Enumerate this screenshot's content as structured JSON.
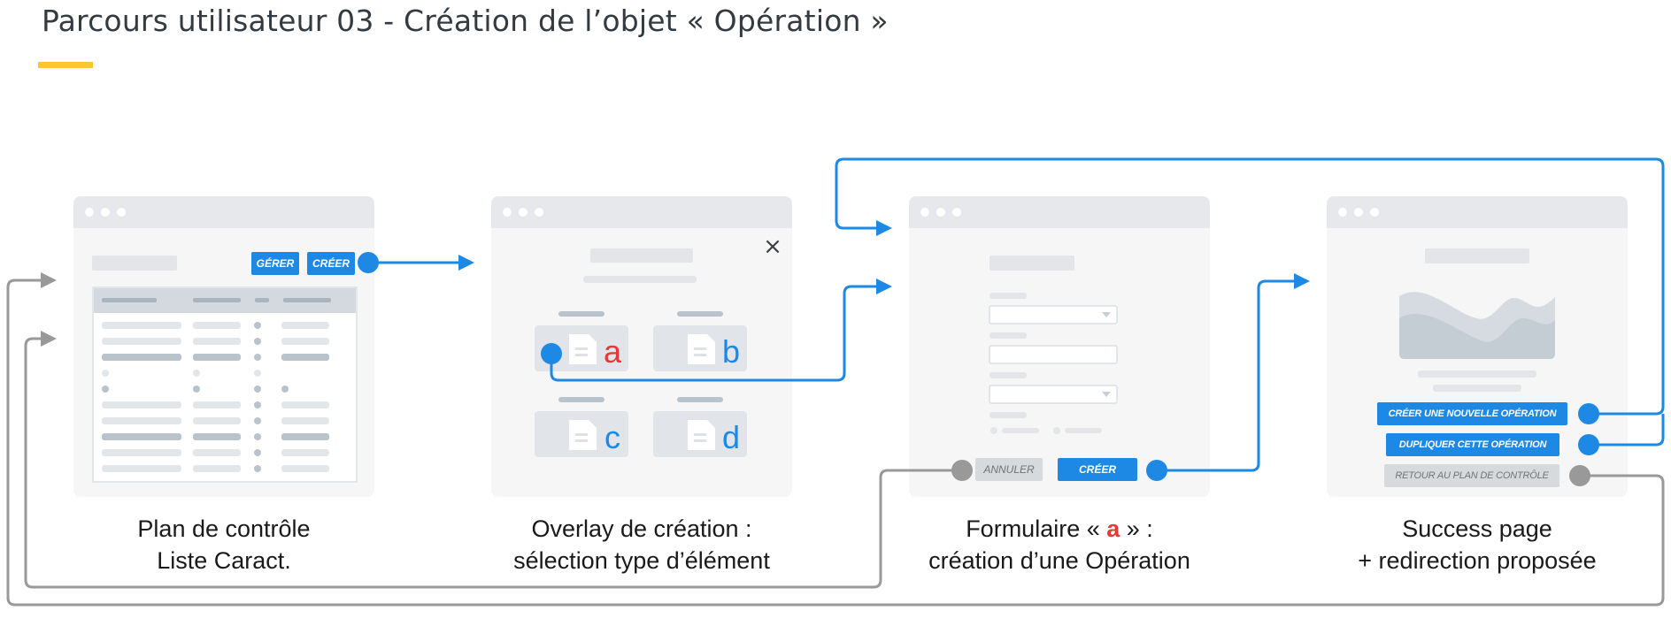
{
  "header": {
    "title": "Parcours utilisateur 03 - Création de l’objet « Opération »"
  },
  "screens": [
    {
      "caption_line1": "Plan de contrôle",
      "caption_line2": "Liste Caract.",
      "buttons": {
        "manage": "GÉRER",
        "create": "CRÉER"
      }
    },
    {
      "caption_line1": "Overlay de création :",
      "caption_line2": "sélection type d’élément",
      "close_glyph": "×",
      "options": [
        "a",
        "b",
        "c",
        "d"
      ]
    },
    {
      "caption_prefix": "Formulaire « ",
      "caption_highlight": "a",
      "caption_suffix": " » :",
      "caption_line2": "création d’une Opération",
      "buttons": {
        "cancel": "ANNULER",
        "create": "CRÉER"
      }
    },
    {
      "caption_line1": "Success page",
      "caption_line2": "+ redirection proposée",
      "buttons": {
        "new": "CRÉER UNE NOUVELLE OPÉRATION",
        "duplicate": "DUPLIQUER CETTE OPÉRATION",
        "back": "RETOUR AU PLAN DE CONTRÔLE"
      }
    }
  ],
  "colors": {
    "accent": "#1e88e5",
    "highlight": "#e53935",
    "title_underline": "#fdc82f",
    "grey_flow": "#999999"
  }
}
